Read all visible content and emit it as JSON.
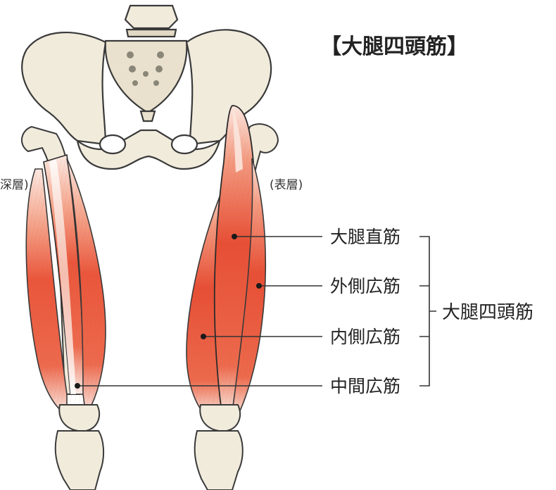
{
  "title": "【大腿四頭筋】",
  "left_layer_label": "深層)",
  "right_layer_label": "(表層)",
  "group_label": "大腿四頭筋",
  "muscles": [
    {
      "name": "大腿直筋"
    },
    {
      "name": "外側広筋"
    },
    {
      "name": "内側広筋"
    },
    {
      "name": "中間広筋"
    }
  ],
  "colors": {
    "bone_fill": "#f1ebdc",
    "bone_stroke": "#3a3a3a",
    "muscle_main": "#e8553a",
    "muscle_light": "#f6b09a",
    "tendon": "#faf3ec",
    "leader": "#333333"
  }
}
